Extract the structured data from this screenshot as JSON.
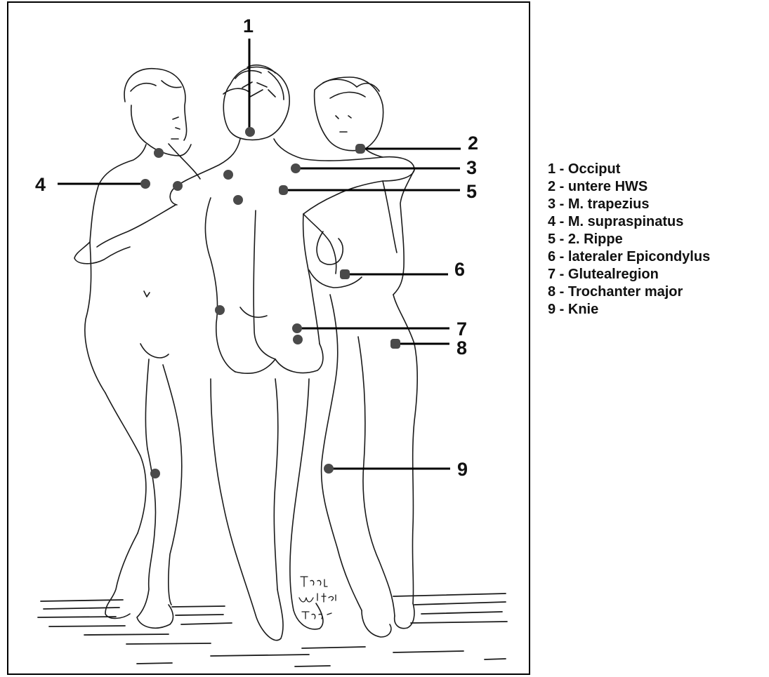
{
  "colors": {
    "frame": "#000000",
    "sketch": "#1a1a1a",
    "marker": "#4a4a4a",
    "text": "#111111"
  },
  "points": [
    {
      "number": "1",
      "name": "Occiput",
      "legend": "1 - Occiput"
    },
    {
      "number": "2",
      "name": "untere HWS",
      "legend": "2 - untere HWS"
    },
    {
      "number": "3",
      "name": "M. trapezius",
      "legend": "3 - M. trapezius"
    },
    {
      "number": "4",
      "name": "M. supraspinatus",
      "legend": "4 - M. supraspinatus"
    },
    {
      "number": "5",
      "name": "2. Rippe",
      "legend": "5 - 2. Rippe"
    },
    {
      "number": "6",
      "name": "lateraler Epicondylus",
      "legend": "6 - lateraler Epicondylus"
    },
    {
      "number": "7",
      "name": "Glutealregion",
      "legend": "7 - Glutealregion"
    },
    {
      "number": "8",
      "name": "Trochanter major",
      "legend": "8 - Trochanter major"
    },
    {
      "number": "9",
      "name": "Knie",
      "legend": "9 - Knie"
    }
  ],
  "signature": "Terry Winter"
}
